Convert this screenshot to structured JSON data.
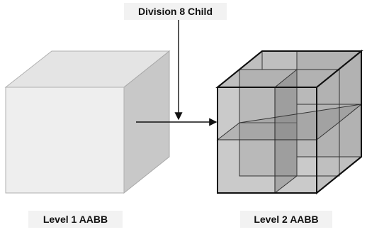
{
  "labels": {
    "division": "Division 8 Child",
    "level1": "Level 1 AABB",
    "level2": "Level 2 AABB"
  },
  "colors": {
    "cube_front": "#eeeeee",
    "cube_top": "#e4e4e4",
    "cube_side": "#c8c8c8",
    "subcube_fill": "#9a9a9a",
    "line": "#111111",
    "label_bg": "#f2f2f2"
  }
}
